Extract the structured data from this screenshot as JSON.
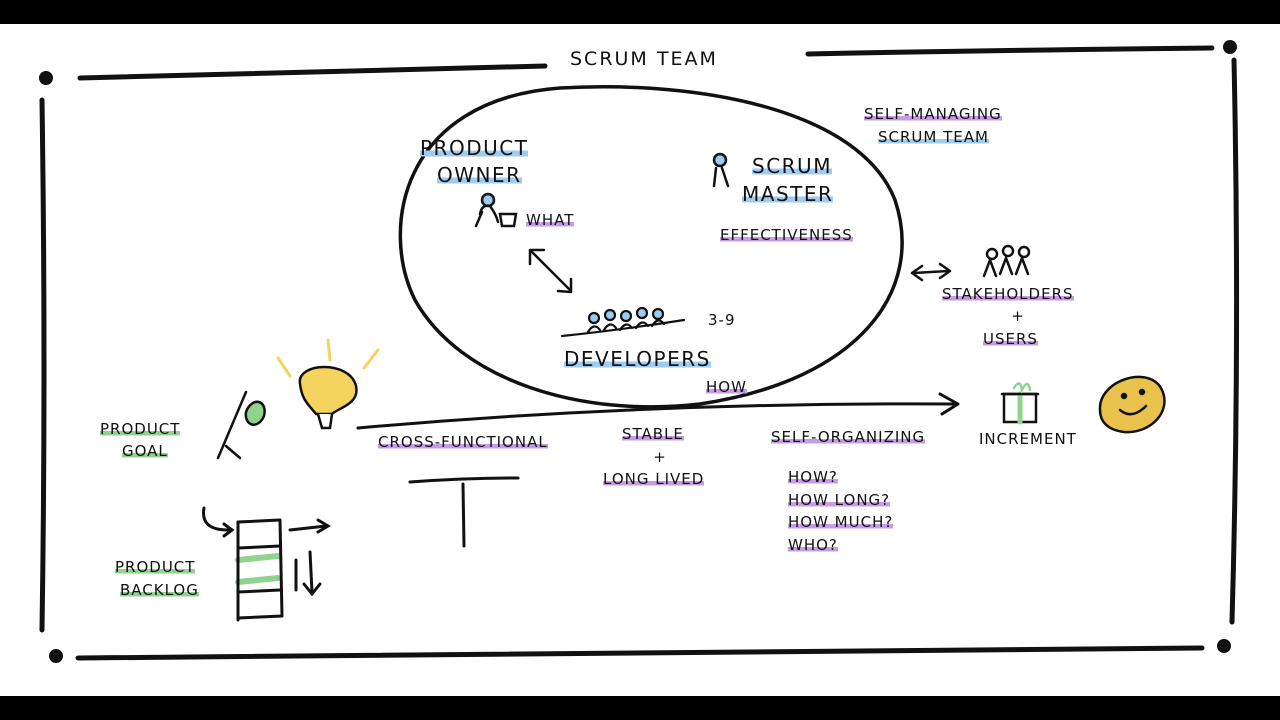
{
  "title": "SCRUM TEAM",
  "self_managing": [
    "SELF-MANAGING",
    "SCRUM TEAM"
  ],
  "product_owner": [
    "PRODUCT",
    "OWNER"
  ],
  "what": "WHAT",
  "scrum_master": [
    "SCRUM",
    "MASTER"
  ],
  "effectiveness": "EFFECTIVENESS",
  "developers": "DEVELOPERS",
  "team_size": "3-9",
  "how": "HOW",
  "stakeholders": "STAKEHOLDERS",
  "plus": "+",
  "users": "USERS",
  "product_goal": [
    "PRODUCT",
    "GOAL"
  ],
  "cross_functional": "CROSS-FUNCTIONAL",
  "stable": "STABLE",
  "long_lived": "LONG LIVED",
  "self_organizing": "SELF-ORGANIZING",
  "questions": [
    "HOW?",
    "HOW LONG?",
    "HOW MUCH?",
    "WHO?"
  ],
  "increment": "INCREMENT",
  "product_backlog": [
    "PRODUCT",
    "BACKLOG"
  ],
  "colors": {
    "blue": "#9ecbf0",
    "purple": "#c79be6",
    "green": "#8fd38f",
    "bulb": "#f4d35e",
    "smiley": "#e8c24a",
    "ink": "#111111"
  }
}
